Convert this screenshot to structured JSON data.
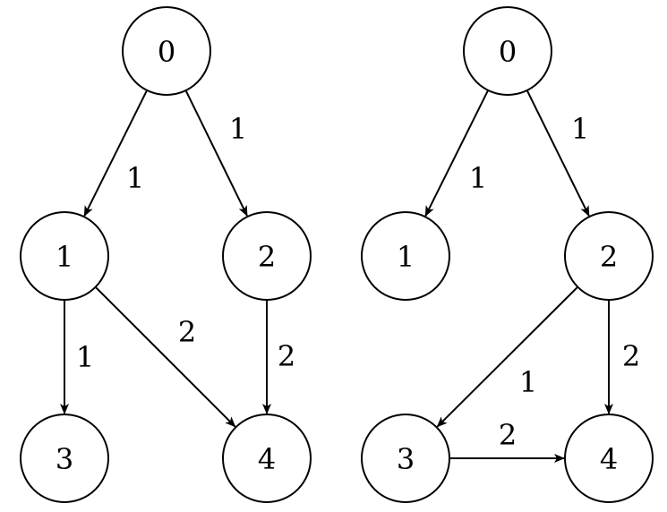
{
  "graphs": [
    {
      "nodes": [
        {
          "id": "0",
          "label": "0"
        },
        {
          "id": "1",
          "label": "1"
        },
        {
          "id": "2",
          "label": "2"
        },
        {
          "id": "3",
          "label": "3"
        },
        {
          "id": "4",
          "label": "4"
        }
      ],
      "edges": [
        {
          "from": "0",
          "to": "1",
          "label": "1"
        },
        {
          "from": "0",
          "to": "2",
          "label": "1"
        },
        {
          "from": "1",
          "to": "3",
          "label": "1"
        },
        {
          "from": "1",
          "to": "4",
          "label": "2"
        },
        {
          "from": "2",
          "to": "4",
          "label": "2"
        }
      ]
    },
    {
      "nodes": [
        {
          "id": "0",
          "label": "0"
        },
        {
          "id": "1",
          "label": "1"
        },
        {
          "id": "2",
          "label": "2"
        },
        {
          "id": "3",
          "label": "3"
        },
        {
          "id": "4",
          "label": "4"
        }
      ],
      "edges": [
        {
          "from": "0",
          "to": "1",
          "label": "1"
        },
        {
          "from": "0",
          "to": "2",
          "label": "1"
        },
        {
          "from": "2",
          "to": "3",
          "label": "1"
        },
        {
          "from": "2",
          "to": "4",
          "label": "2"
        },
        {
          "from": "3",
          "to": "4",
          "label": "2"
        }
      ]
    }
  ]
}
